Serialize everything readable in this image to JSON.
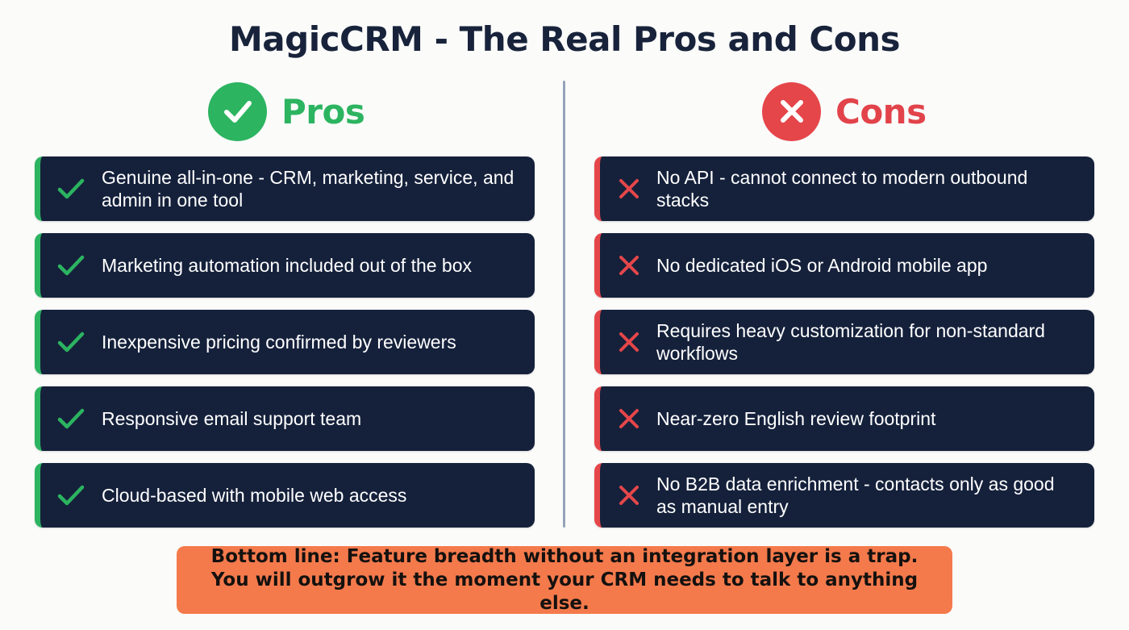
{
  "title": "MagicCRM - The Real Pros and Cons",
  "colors": {
    "pros_accent": "#2cb460",
    "cons_accent": "#e5464a",
    "card_bg": "#15213b",
    "banner_bg": "#f47a4c",
    "divider": "#94a3b8",
    "title_color": "#18233b"
  },
  "pros": {
    "heading": "Pros",
    "icon": "check-circle-icon",
    "items": [
      {
        "icon": "check-icon",
        "text": "Genuine all-in-one - CRM, marketing, service, and admin in one tool"
      },
      {
        "icon": "check-icon",
        "text": "Marketing automation included out of the box"
      },
      {
        "icon": "check-icon",
        "text": "Inexpensive pricing confirmed by reviewers"
      },
      {
        "icon": "check-icon",
        "text": "Responsive email support team"
      },
      {
        "icon": "check-icon",
        "text": "Cloud-based with mobile web access"
      }
    ]
  },
  "cons": {
    "heading": "Cons",
    "icon": "x-circle-icon",
    "items": [
      {
        "icon": "x-icon",
        "text": "No API - cannot connect to modern outbound stacks"
      },
      {
        "icon": "x-icon",
        "text": "No dedicated iOS or Android mobile app"
      },
      {
        "icon": "x-icon",
        "text": "Requires heavy customization for non-standard workflows"
      },
      {
        "icon": "x-icon",
        "text": "Near-zero English review footprint"
      },
      {
        "icon": "x-icon",
        "text": "No B2B data enrichment - contacts only as good as manual entry"
      }
    ]
  },
  "bottom_line": {
    "text": "Bottom line: Feature breadth without an integration layer is a trap. You will outgrow it the moment your CRM needs to talk to anything else."
  }
}
